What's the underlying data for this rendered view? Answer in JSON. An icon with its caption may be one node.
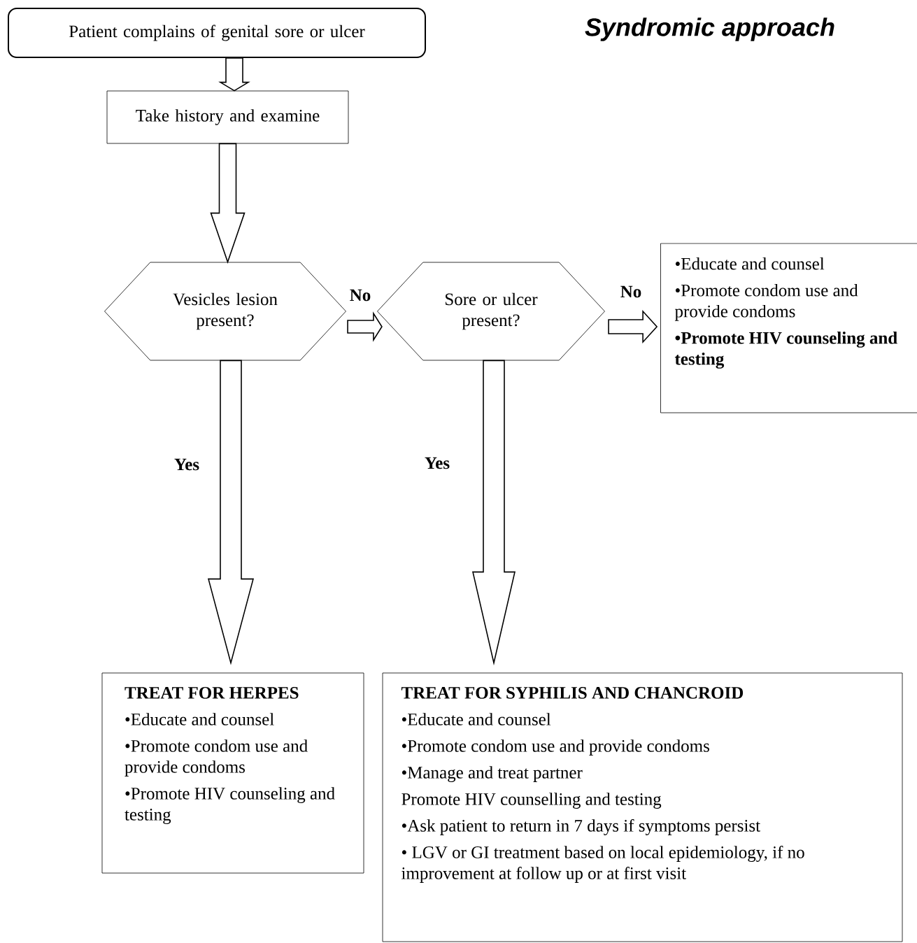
{
  "diagram": {
    "title": "Syndromic approach",
    "nodes": [
      {
        "text": [
          "Patient complains of genital sore or ulcer"
        ]
      },
      {
        "text": [
          "Take history and examine"
        ]
      },
      {
        "text": [
          "Vesicles lesion present?"
        ]
      },
      {
        "text": [
          "Sore or ulcer present?"
        ]
      },
      {
        "text": [
          "•Educate and counsel",
          "•Promote condom use and provide condoms",
          "**•Promote HIV counseling and testing**"
        ]
      },
      {
        "text": [
          "**TREAT FOR HERPES**",
          "•Educate and counsel",
          "•Promote condom use and provide condoms",
          "•Promote HIV counseling and testing"
        ]
      },
      {
        "text": [
          "**TREAT FOR SYPHILIS AND CHANCROID**",
          "•Educate and counsel",
          "•Promote condom use and provide condoms",
          "•Manage and treat partner",
          "Promote HIV counselling and testing",
          "•Ask patient to return in 7 days if symptoms persist",
          "• LGV or GI treatment based on local epidemiology, if no improvement at follow up or at first visit"
        ]
      }
    ],
    "edges": [
      {
        "from": 0,
        "to": 1,
        "arrow": "to"
      },
      {
        "from": 1,
        "to": 2,
        "arrow": "to"
      },
      {
        "from": 2,
        "to": 3,
        "arrow": "to",
        "label": "No"
      },
      {
        "from": 3,
        "to": 4,
        "arrow": "to",
        "label": "No"
      },
      {
        "from": 2,
        "to": 5,
        "arrow": "to",
        "label": "Yes"
      },
      {
        "from": 3,
        "to": 6,
        "arrow": "to",
        "label": "Yes"
      }
    ]
  }
}
